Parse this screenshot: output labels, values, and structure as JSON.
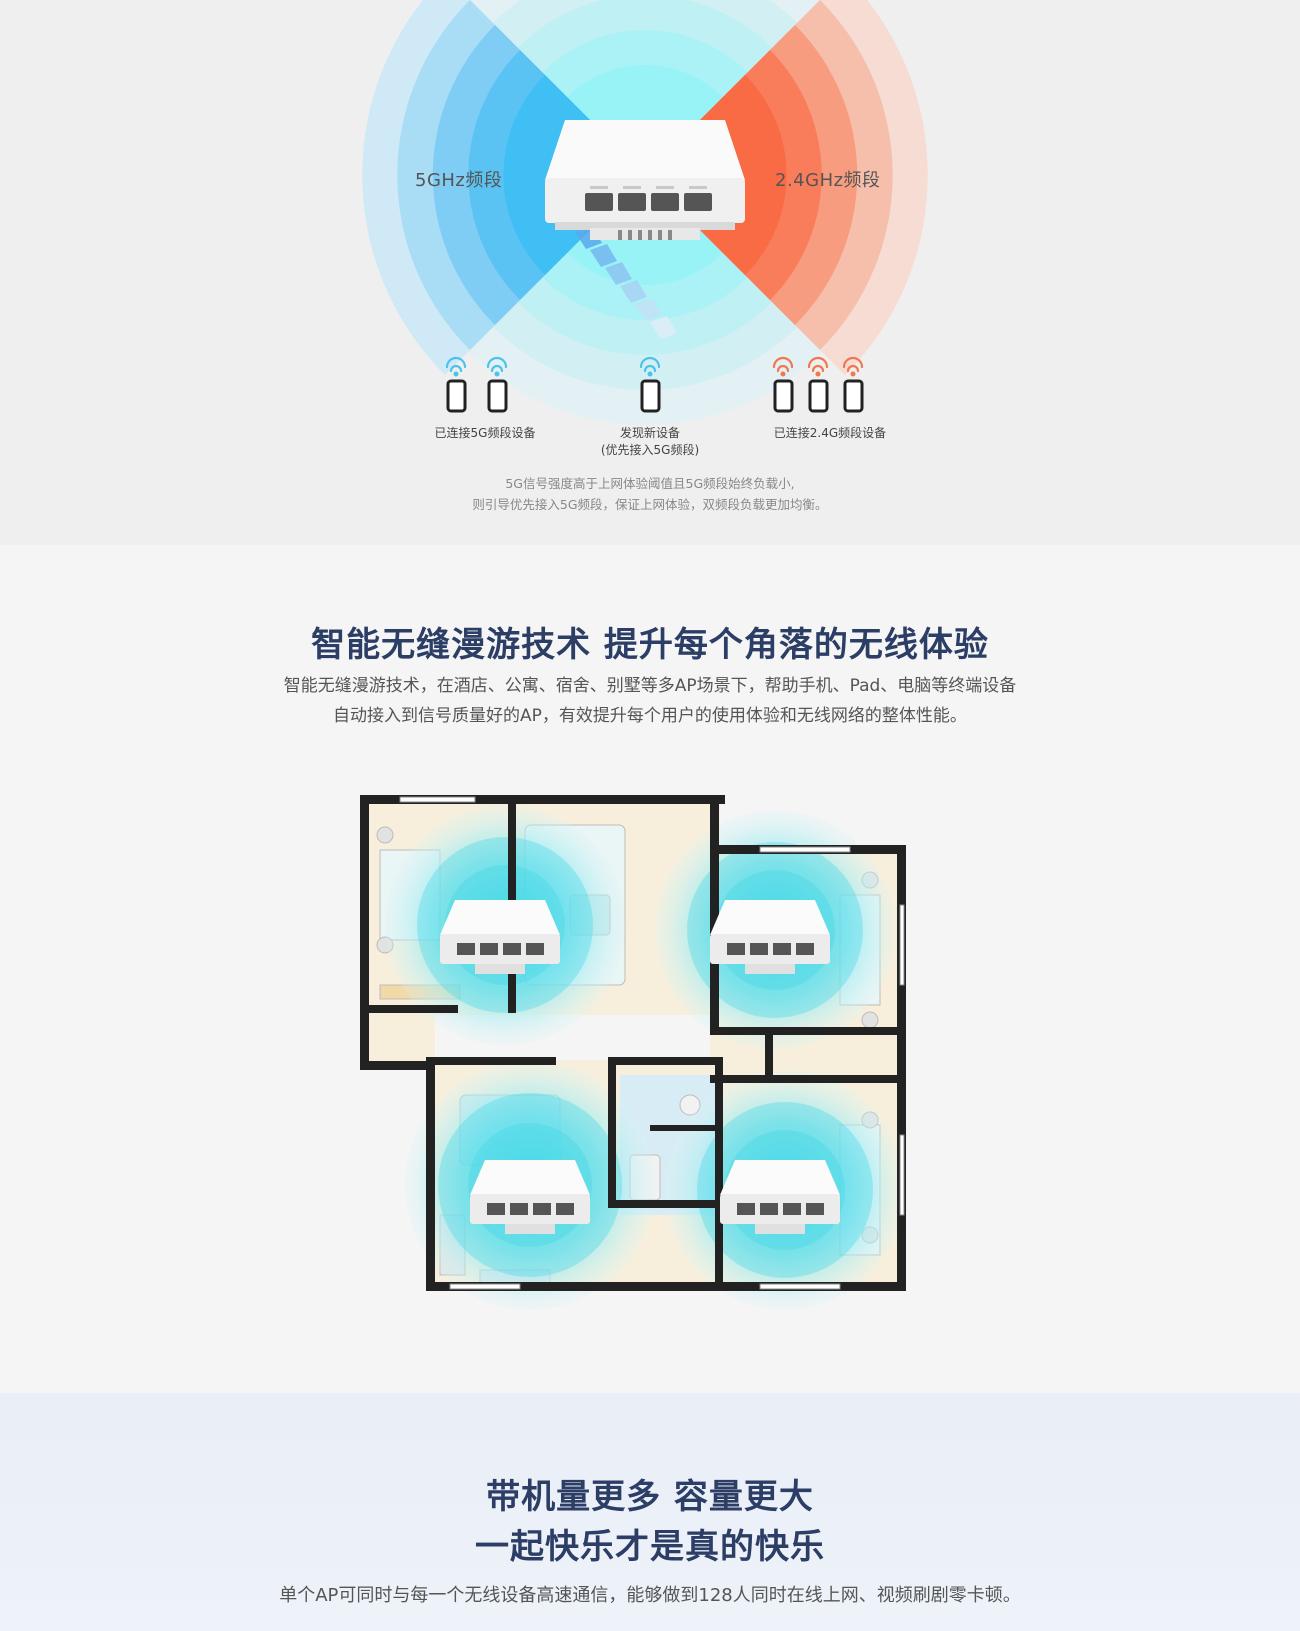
{
  "band_section": {
    "label_5g": "5GHz频段",
    "label_24g": "2.4GHz频段",
    "caption_5g": "已连接5G频段设备",
    "caption_new_line1": "发现新设备",
    "caption_new_line2": "(优先接入5G频段)",
    "caption_24g": "已连接2.4G频段设备",
    "note_line1": "5G信号强度高于上网体验阈值且5G频段始终负载小,",
    "note_line2": "则引导优先接入5G频段，保证上网体验，双频段负载更加均衡。",
    "colors": {
      "wifi_5g": "#4cc3ea",
      "wifi_24g": "#f2764f",
      "phone": "#222222"
    }
  },
  "roam_section": {
    "title": "智能无缝漫游技术 提升每个角落的无线体验",
    "desc_line1": "智能无缝漫游技术，在酒店、公寓、宿舍、别墅等多AP场景下，帮助手机、Pad、电脑等终端设备",
    "desc_line2": "自动接入到信号质量好的AP，有效提升每个用户的使用体验和无线网络的整体性能。"
  },
  "capacity_section": {
    "title_line1": "带机量更多 容量更大",
    "title_line2": "一起快乐才是真的快乐",
    "desc": "单个AP可同时与每一个无线设备高速通信，能够做到128人同时在线上网、视频刷剧零卡顿。"
  },
  "colors": {
    "title": "#2c3e66",
    "signal_cyan": "#3fd8e8",
    "floor": "#f7efdc",
    "wall": "#222222"
  }
}
